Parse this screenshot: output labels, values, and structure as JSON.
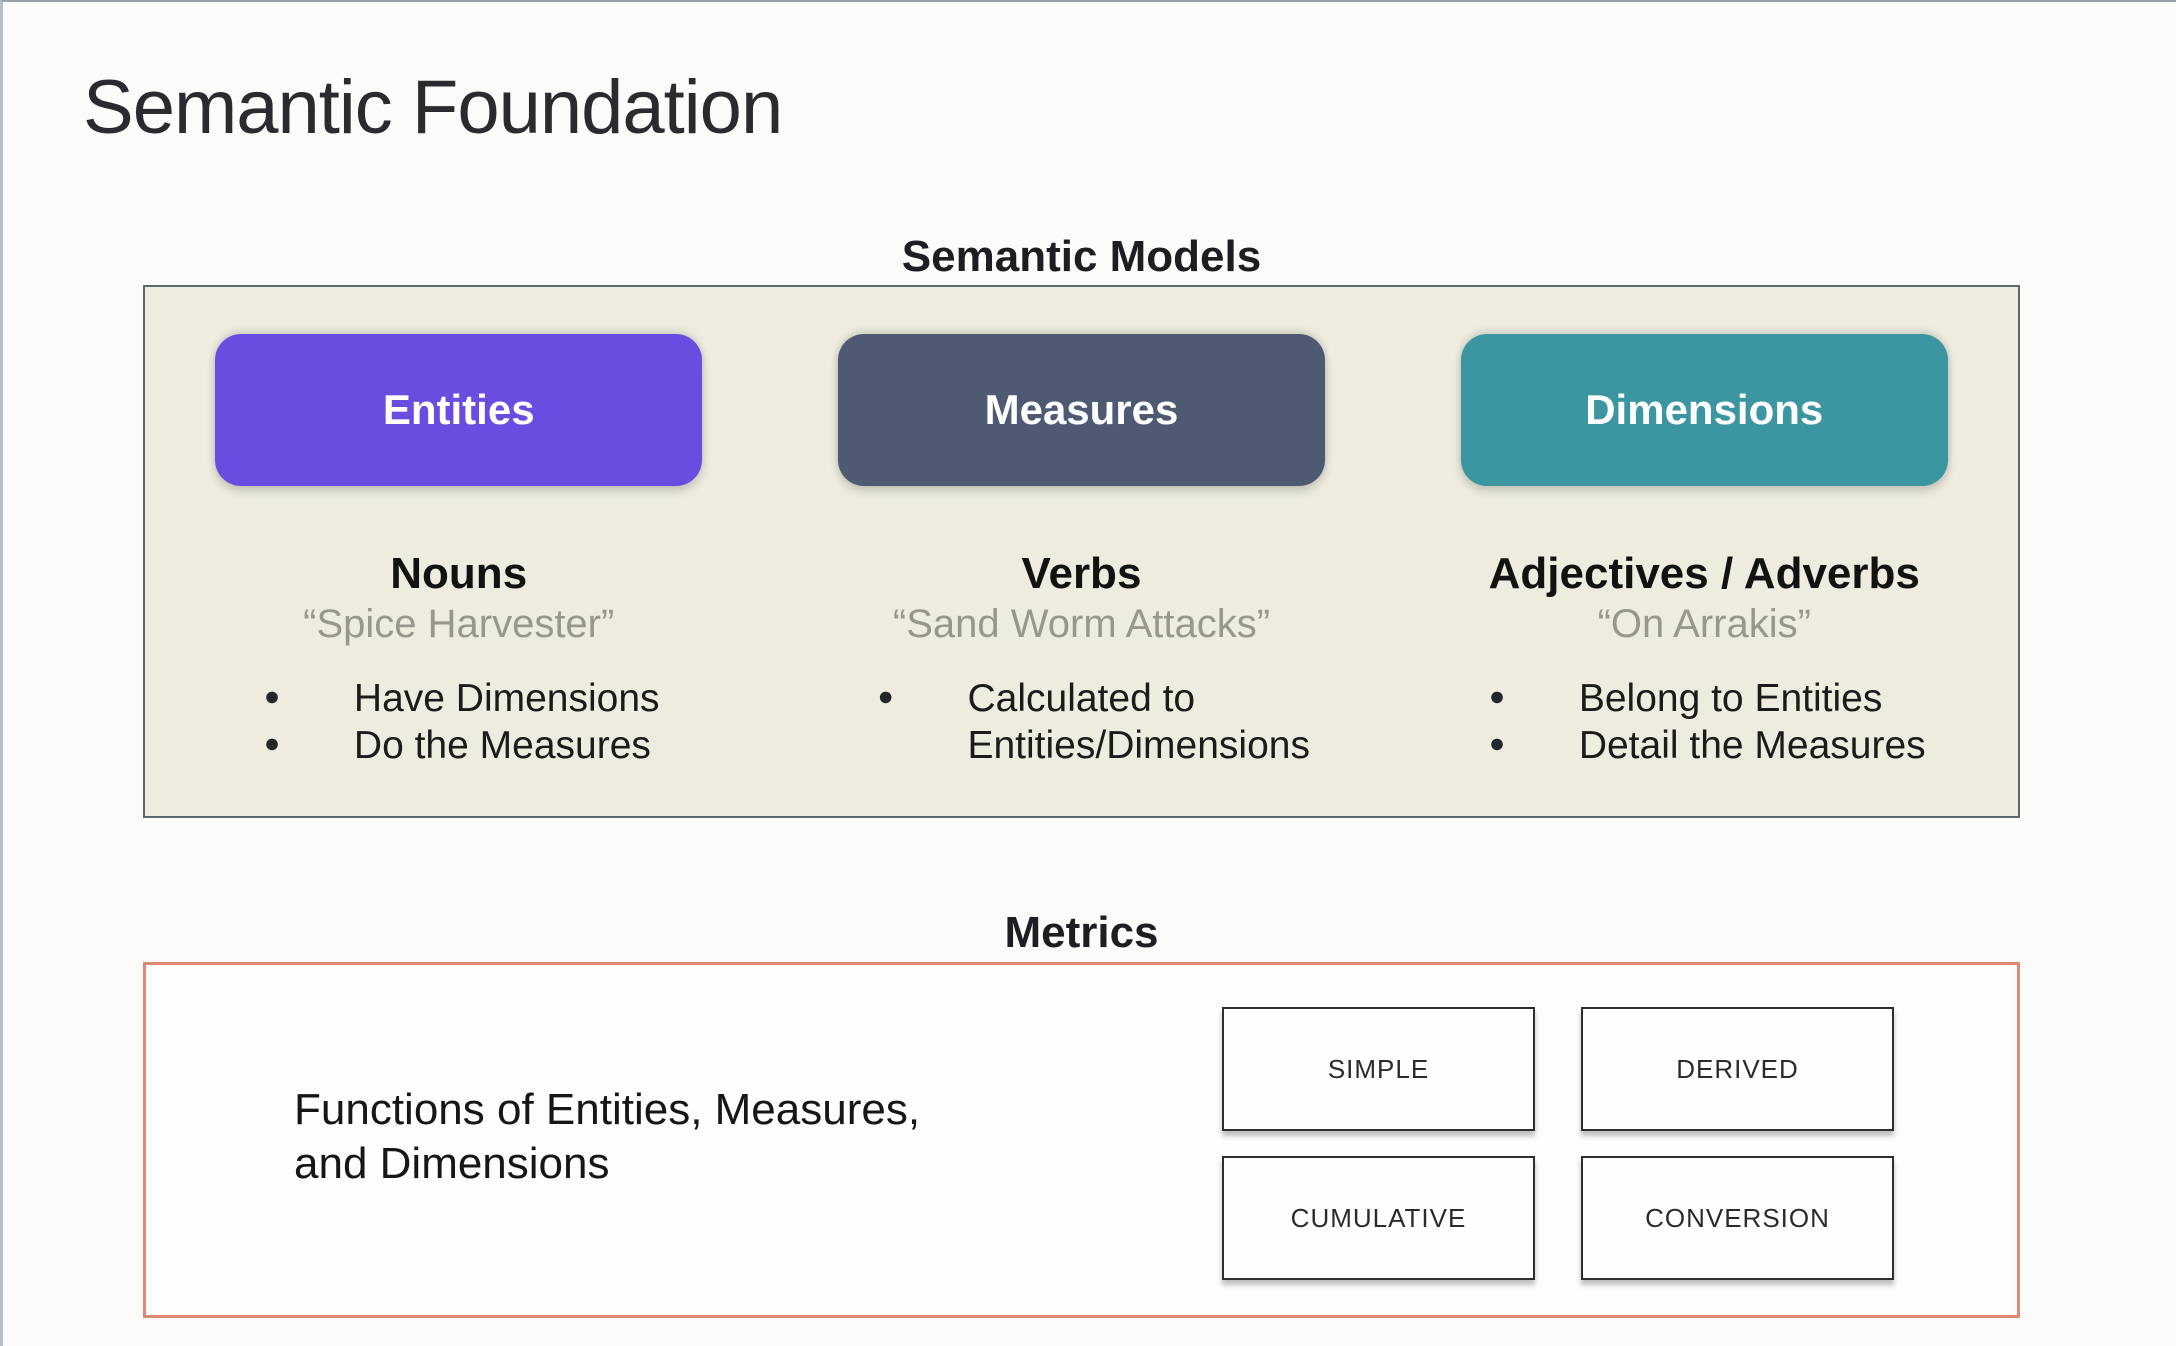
{
  "page": {
    "title": "Semantic Foundation"
  },
  "semantic_models": {
    "heading": "Semantic Models",
    "columns": [
      {
        "pill": "Entities",
        "pill_color": "#6a4de0",
        "word_type": "Nouns",
        "example": "“Spice Harvester”",
        "bullets": [
          "Have Dimensions",
          "Do the Measures"
        ]
      },
      {
        "pill": "Measures",
        "pill_color": "#4e5a72",
        "word_type": "Verbs",
        "example": "“Sand Worm Attacks”",
        "bullets": [
          "Calculated to Entities/Dimensions"
        ]
      },
      {
        "pill": "Dimensions",
        "pill_color": "#3b96a2",
        "word_type": "Adjectives / Adverbs",
        "example": "“On Arrakis”",
        "bullets": [
          "Belong to Entities",
          "Detail the Measures"
        ]
      }
    ]
  },
  "metrics": {
    "heading": "Metrics",
    "description_lines": [
      "Functions of Entities, Measures,",
      "and Dimensions"
    ],
    "types": [
      "SIMPLE",
      "DERIVED",
      "CUMULATIVE",
      "CONVERSION"
    ]
  },
  "colors": {
    "entities_pill": "#6a4de0",
    "measures_pill": "#4e5a72",
    "dimensions_pill": "#3b96a2",
    "models_panel_bg": "#edecdf",
    "models_panel_border": "#60666e",
    "metrics_panel_border": "#de8b74",
    "example_text": "#98978e",
    "frame_edge": "#b6bdcb"
  }
}
